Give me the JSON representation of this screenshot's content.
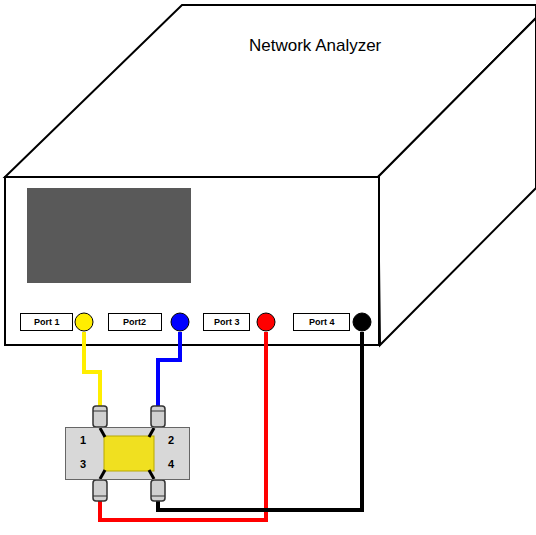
{
  "diagram": {
    "nodes": [
      {
        "text": [
          "Network Analyzer"
        ]
      },
      {
        "text": [
          "Port 1"
        ],
        "in": 0
      },
      {
        "text": [
          "Port2"
        ],
        "in": 0
      },
      {
        "text": [
          "Port 3"
        ],
        "in": 0
      },
      {
        "text": [
          "Port 4"
        ],
        "in": 0
      },
      {
        "text": [
          "1",
          "2",
          "3",
          "4"
        ]
      }
    ],
    "edges": [
      {
        "from": 1,
        "to": 5,
        "arrow": "none"
      },
      {
        "from": 2,
        "to": 5,
        "arrow": "none"
      },
      {
        "from": 3,
        "to": 5,
        "arrow": "none"
      },
      {
        "from": 4,
        "to": 5,
        "arrow": "none"
      }
    ]
  }
}
